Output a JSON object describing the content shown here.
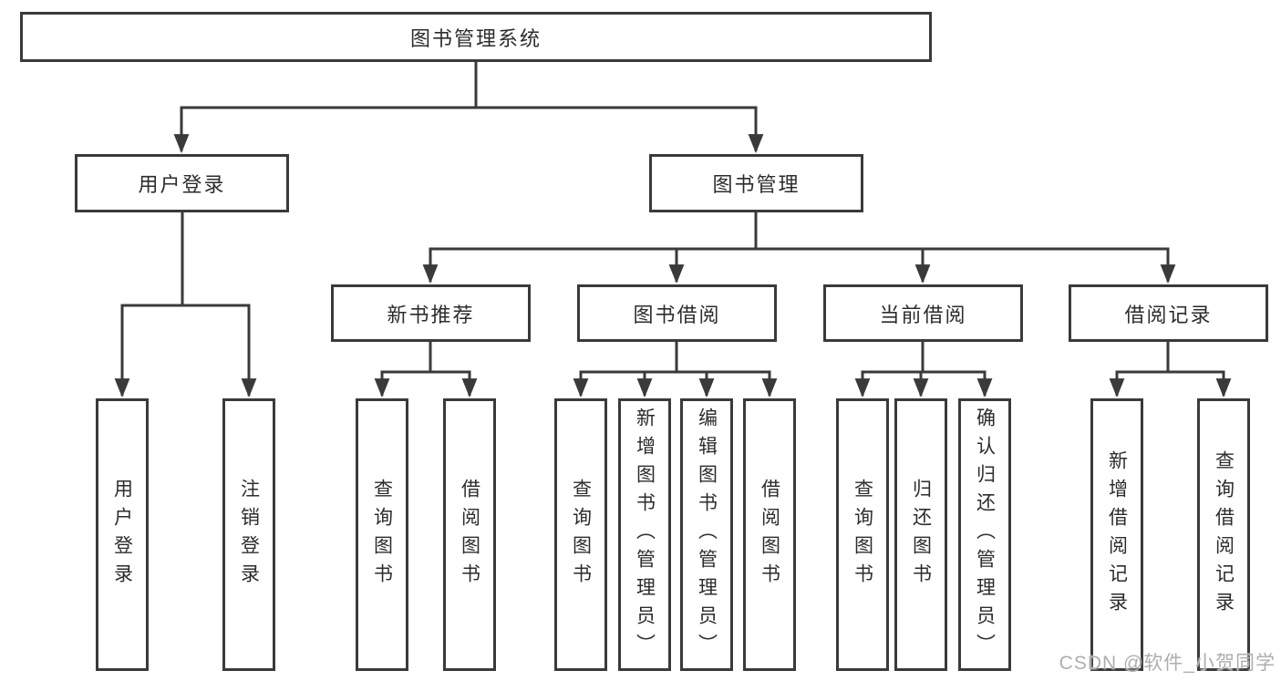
{
  "tree": {
    "root": "图书管理系统",
    "branches": [
      {
        "label": "用户登录",
        "leaves": [
          "用户登录",
          "注销登录"
        ]
      },
      {
        "label": "图书管理",
        "groups": [
          {
            "label": "新书推荐",
            "leaves": [
              "查询图书",
              "借阅图书"
            ]
          },
          {
            "label": "图书借阅",
            "leaves": [
              "查询图书",
              "新增图书（管理员）",
              "编辑图书（管理员）",
              "借阅图书"
            ]
          },
          {
            "label": "当前借阅",
            "leaves": [
              "查询图书",
              "归还图书",
              "确认归还（管理员）"
            ]
          },
          {
            "label": "借阅记录",
            "leaves": [
              "新增借阅记录",
              "查询借阅记录"
            ]
          }
        ]
      }
    ]
  },
  "colors": {
    "line": "#3a3a3a",
    "text": "#2c2c2c",
    "watermark": "#aeaeae"
  },
  "watermark": {
    "text": "CSDN @软件_小贺同学"
  }
}
